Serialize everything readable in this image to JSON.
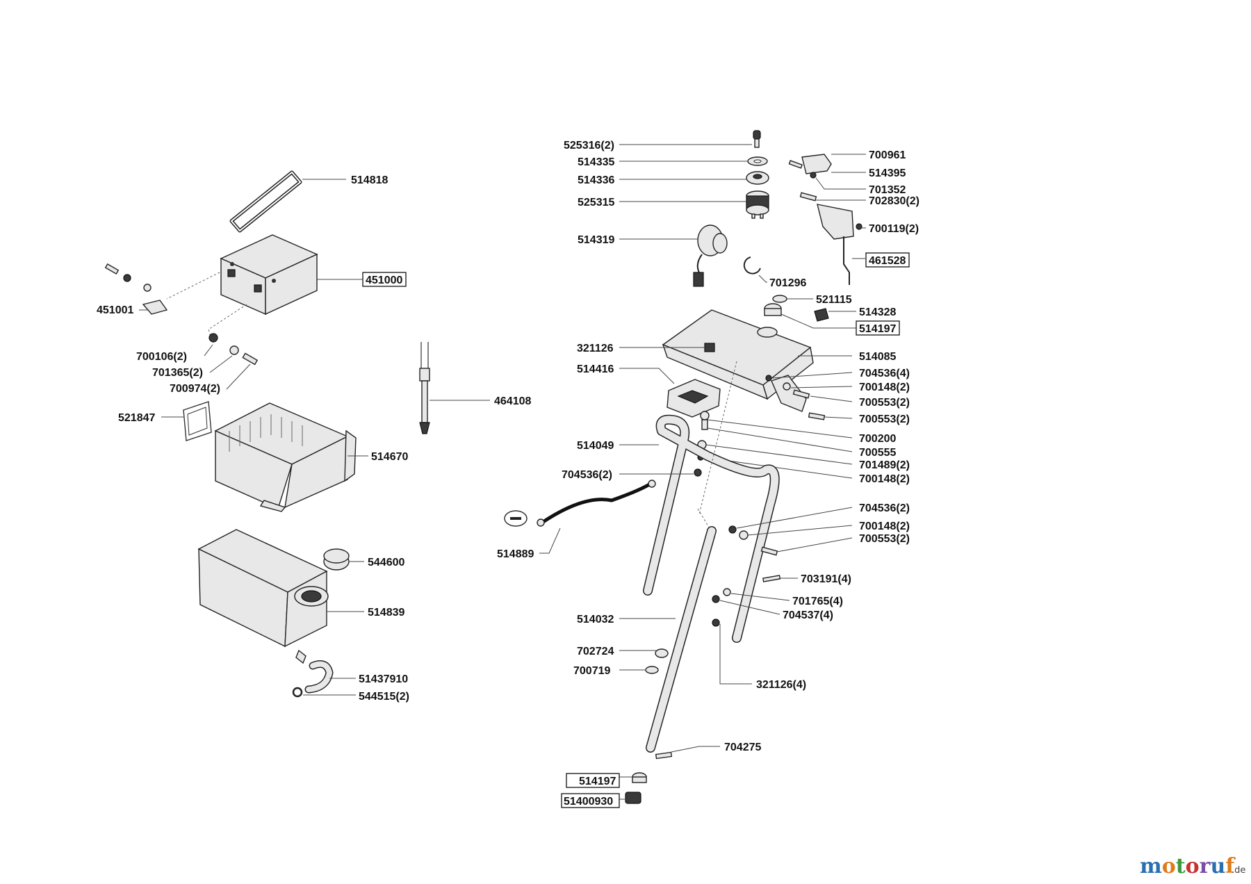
{
  "labels": {
    "p514818": "514818",
    "p451000": "451000",
    "p451001": "451001",
    "p700106": "700106(2)",
    "p701365": "701365(2)",
    "p700974": "700974(2)",
    "p464108": "464108",
    "p521847": "521847",
    "p514670": "514670",
    "p544600": "544600",
    "p514839": "514839",
    "p51437910": "51437910",
    "p544515": "544515(2)",
    "p525316": "525316(2)",
    "p514335": "514335",
    "p514336": "514336",
    "p525315": "525315",
    "p514319": "514319",
    "p701296": "701296",
    "p700961": "700961",
    "p514395": "514395",
    "p701352": "701352",
    "p702830": "702830(2)",
    "p700119": "700119(2)",
    "p461528": "461528",
    "p521115": "521115",
    "p514328": "514328",
    "p514197a": "514197",
    "p321126": "321126",
    "p514085": "514085",
    "p514416": "514416",
    "p704536a": "704536(4)",
    "p700148a": "700148(2)",
    "p700553a": "700553(2)",
    "p700553b": "700553(2)",
    "p700200": "700200",
    "p700555": "700555",
    "p701489": "701489(2)",
    "p700148b": "700148(2)",
    "p514049": "514049",
    "p704536b": "704536(2)",
    "p514889": "514889",
    "p704536c": "704536(2)",
    "p700148c": "700148(2)",
    "p700553c": "700553(2)",
    "p703191": "703191(4)",
    "p701765": "701765(4)",
    "p704537": "704537(4)",
    "p514032": "514032",
    "p702724": "702724",
    "p700719": "700719",
    "p321126b": "321126(4)",
    "p704275": "704275",
    "p514197b": "514197",
    "p51400930": "51400930"
  },
  "watermark": {
    "brand": "motoruf",
    "domain": ".de",
    "colors": [
      "#2a6fb0",
      "#e07b1a",
      "#3a9a3a",
      "#c8312f",
      "#7b4ea3",
      "#2a6fb0",
      "#e07b1a"
    ]
  }
}
